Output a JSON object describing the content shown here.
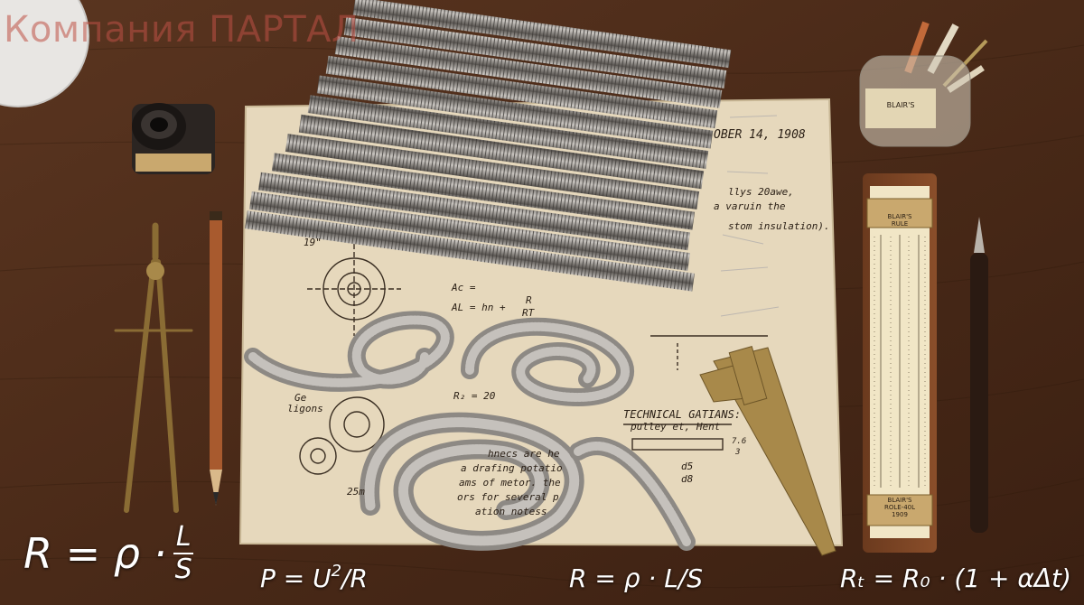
{
  "watermark": "Компания ПАРТАЛ",
  "formulas": {
    "main_lhs": "R = ρ ·",
    "main_num": "L",
    "main_den": "S",
    "power_a": "P = U",
    "power_exp": "2",
    "power_b": "/R",
    "resistance": "R = ρ · L/S",
    "temperature": "Rₜ = R₀ · (1 + αΔt)"
  },
  "paper": {
    "date": "OBER 14, 1908",
    "note_1": "llys 20awe,",
    "note_2": "a varuin the",
    "note_3": "stom insulation).",
    "heading": "TECHNICAL GATIANS:",
    "subheading": "pulley et, Hent",
    "body_1": "hnecs are he",
    "body_2": "a drafing potatio",
    "body_3": "ams of metor. the",
    "body_4": "ors for several p",
    "body_5": "ation notess",
    "eq_ac": "Ac =",
    "eq_al": "AL = hn  +",
    "eq_r": "R",
    "eq_rt": "RT",
    "dim_19": "19\"",
    "dim_25": "25m",
    "ge": "Ge",
    "ligons": "ligons",
    "ds": "d5",
    "d8": "d8",
    "frac_top": "7.6",
    "frac_bot": "3",
    "eq_r2": "R₂ = 20"
  },
  "ruler": {
    "top_brand": "BLAIR'S",
    "top_label": "RULE",
    "bottom_brand": "BLAIR'S",
    "bottom_label": "ROLE-40L",
    "bottom_year": "1909"
  },
  "jar_label": "BLAIR'S",
  "colors": {
    "desk": "#4a2a18",
    "paper": "#e6d8bc",
    "coil": "#9a9591",
    "brass": "#a8894a"
  }
}
